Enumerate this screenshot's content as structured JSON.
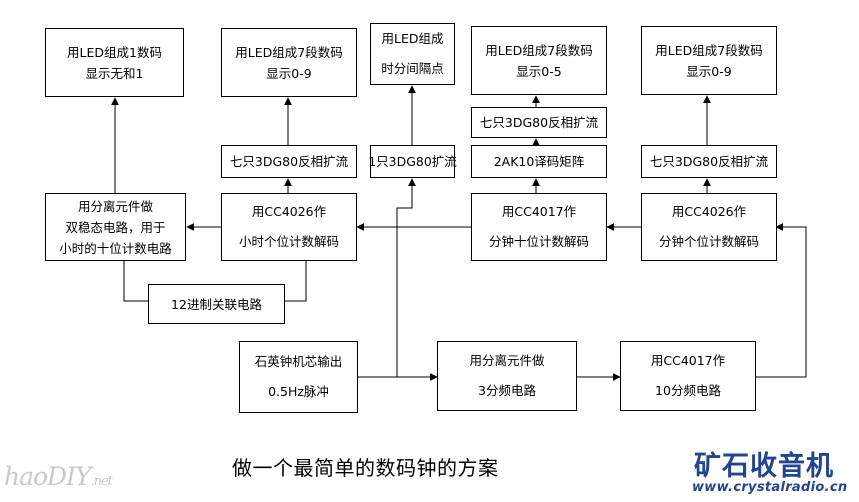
{
  "boxes": {
    "disp_hour_tens": [
      "用LED组成1数码",
      "显示无和1"
    ],
    "disp_hour_ones": [
      "用LED组成7段数码",
      "显示0-9"
    ],
    "disp_colon": [
      "用LED组成",
      "时分间隔点"
    ],
    "disp_min_tens": [
      "用LED组成7段数码",
      "显示0-5"
    ],
    "disp_min_ones": [
      "用LED组成7段数码",
      "显示0-9"
    ],
    "drv_hour_ones": [
      "七只3DG80反相扩流"
    ],
    "drv_colon": [
      "1只3DG80扩流"
    ],
    "drv_min_tens_a": [
      "七只3DG80反相扩流"
    ],
    "drv_min_tens_b": [
      "2AK10译码矩阵"
    ],
    "drv_min_ones": [
      "七只3DG80反相扩流"
    ],
    "cnt_hour_tens": [
      "用分离元件做",
      "双稳态电路，用于",
      "小时的十位计数电路"
    ],
    "cnt_hour_ones": [
      "用CC4026作",
      "小时个位计数解码"
    ],
    "cnt_min_tens": [
      "用CC4017作",
      "分钟十位计数解码"
    ],
    "cnt_min_ones": [
      "用CC4026作",
      "分钟个位计数解码"
    ],
    "reset_12": [
      "12进制关联电路"
    ],
    "osc": [
      "石英钟机芯输出",
      "0.5Hz脉冲"
    ],
    "div_3": [
      "用分离元件做",
      "3分频电路"
    ],
    "div_10": [
      "用CC4017作",
      "10分频电路"
    ]
  },
  "caption": "做一个最简单的数码钟的方案",
  "logo_left": {
    "main": "haoDIY",
    "suffix": ".net"
  },
  "logo_right": {
    "name": "矿石收音机",
    "url": "www.crystalradio.cn"
  }
}
